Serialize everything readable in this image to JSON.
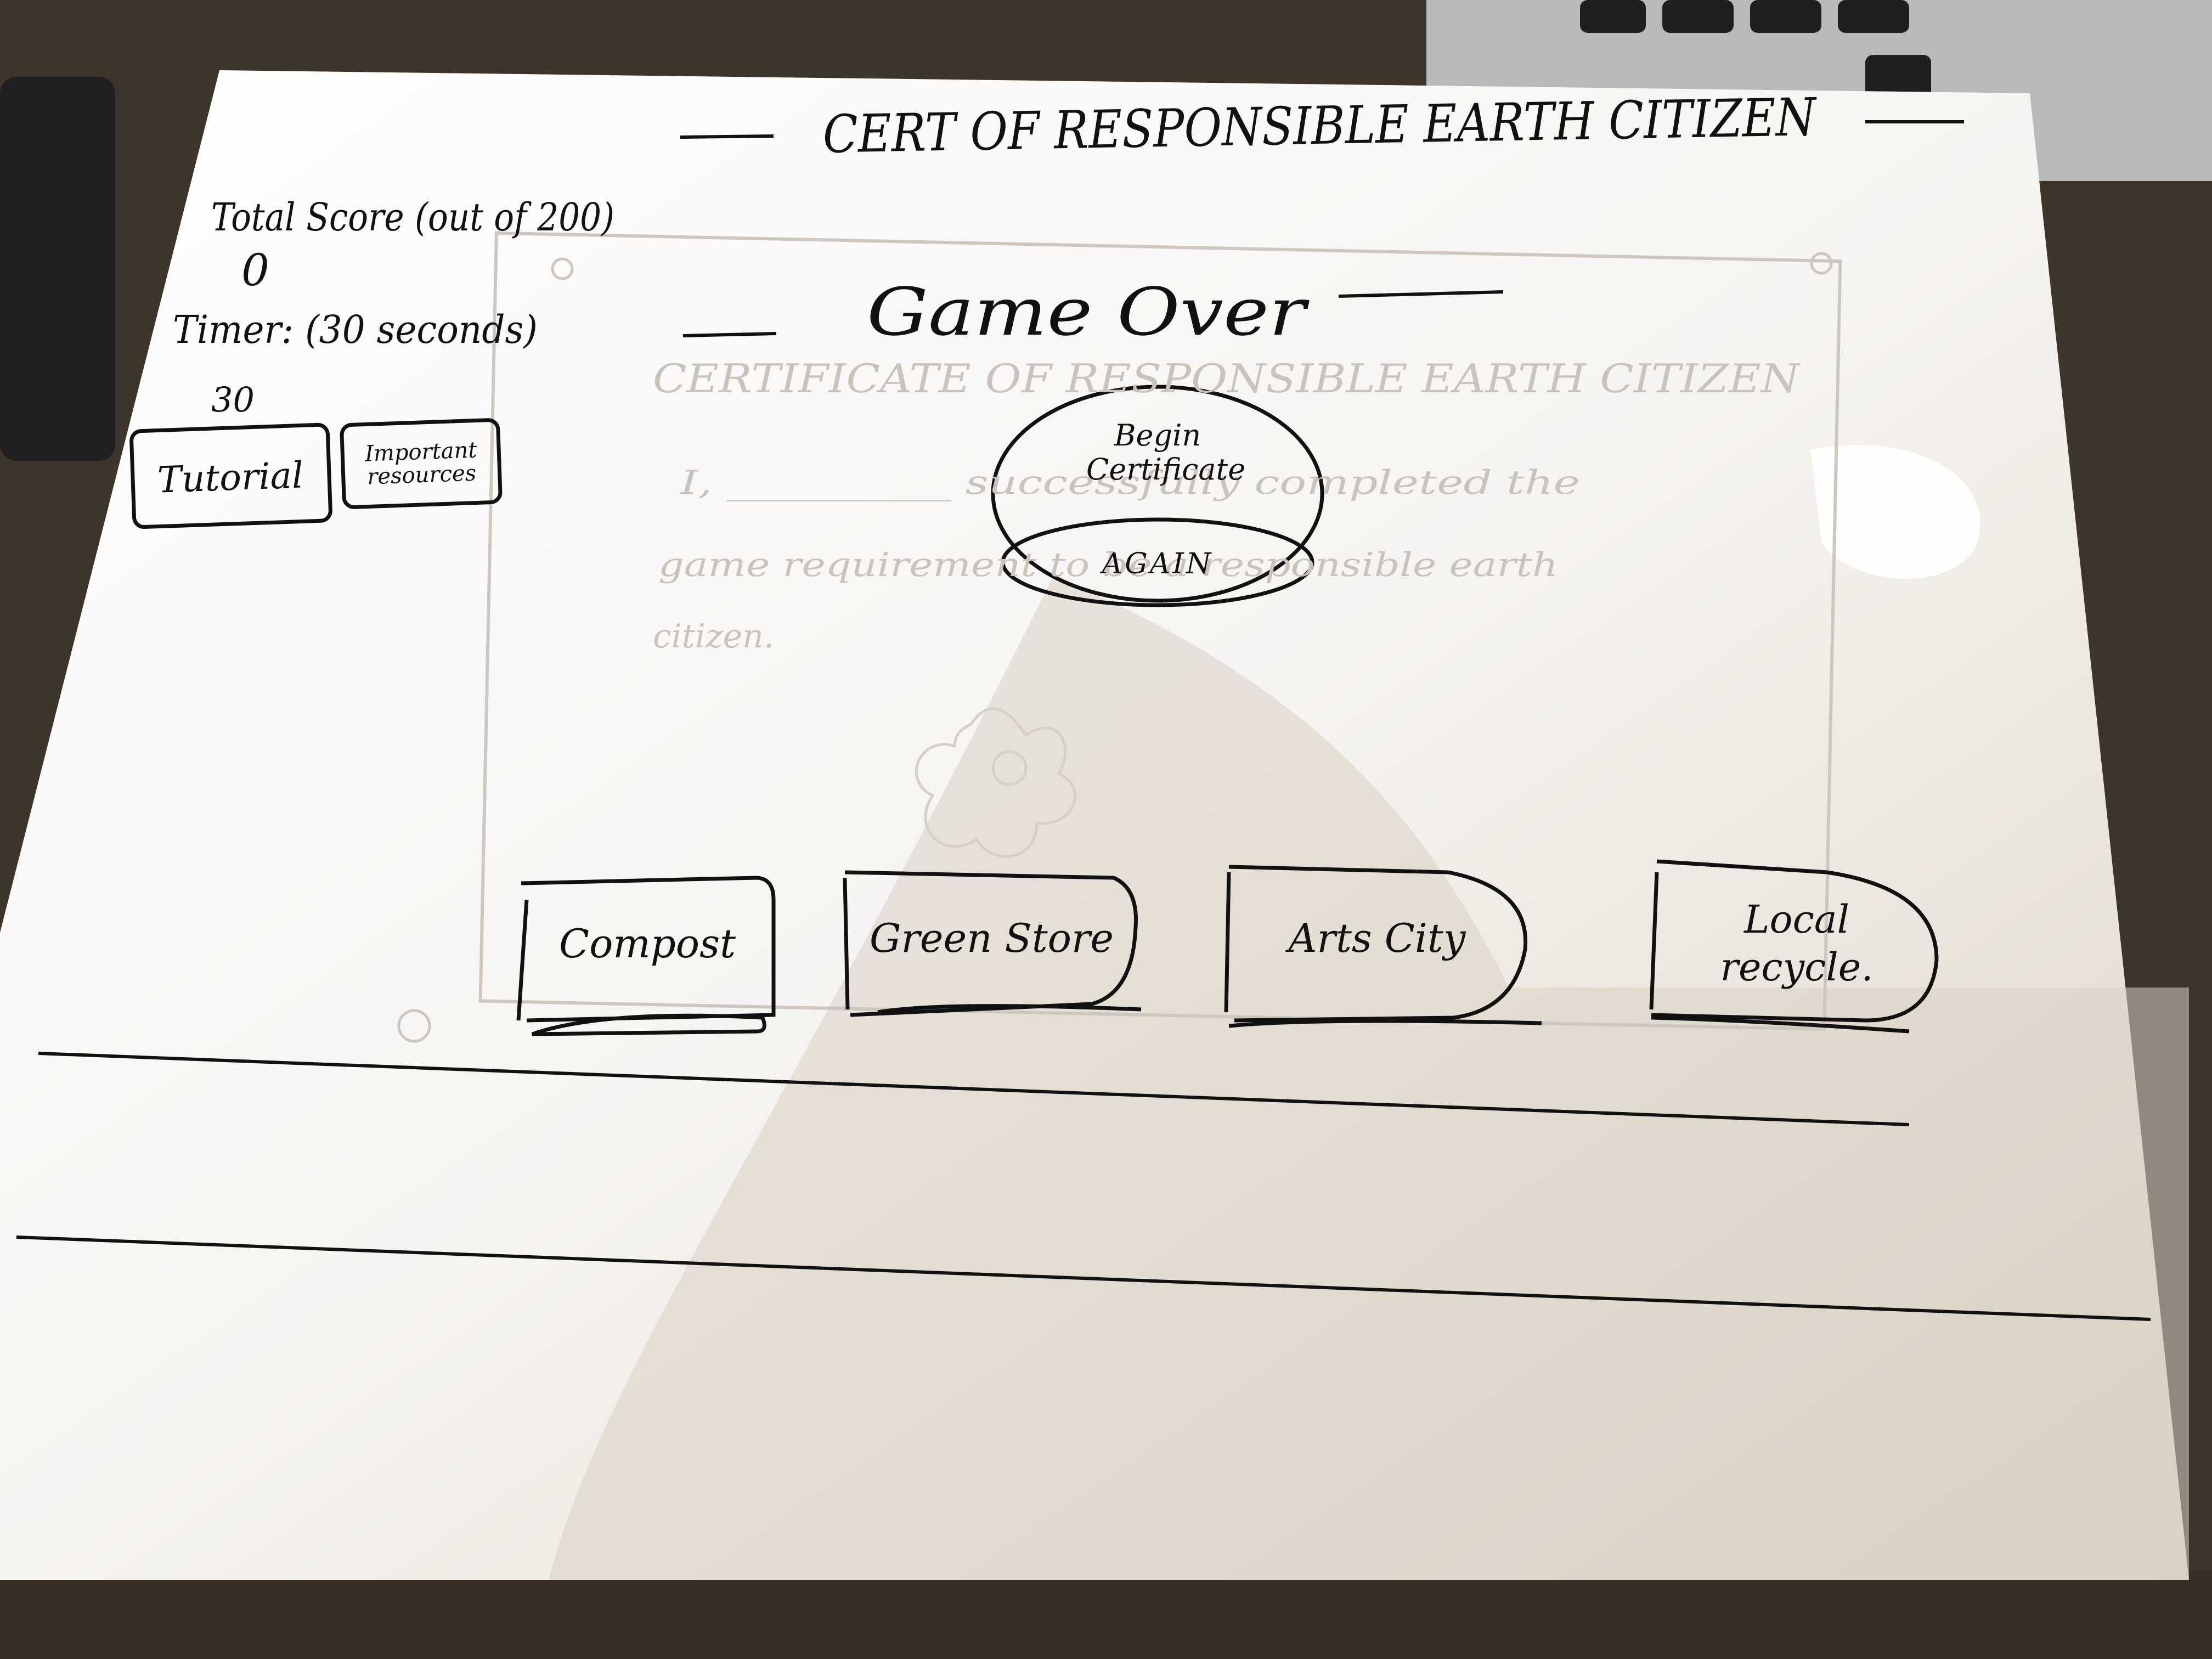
{
  "header": {
    "title": "CERT OF RESPONSIBLE EARTH CITIZEN"
  },
  "sidebar": {
    "score_label": "Total Score (out of 200)",
    "score_value": "0",
    "timer_label": "Timer: (30 seconds)",
    "timer_value": "30",
    "buttons": [
      {
        "label": "Tutorial"
      },
      {
        "label": "Important resources"
      }
    ]
  },
  "game_over": {
    "title": "Game Over",
    "begin_label": "Begin Certificate",
    "again_label": "AGAIN"
  },
  "background_certificate": {
    "title": "CERTIFICATE OF RESPONSIBLE EARTH CITIZEN",
    "body_line1": "I, __________ successfully completed the",
    "body_line2": "game requirement to be a responsible earth",
    "body_line3": "citizen."
  },
  "bins": [
    {
      "label": "Compost"
    },
    {
      "label": "Green Store"
    },
    {
      "label": "Arts City"
    },
    {
      "label": "Local recycle."
    }
  ],
  "colors": {
    "ink": "#111111",
    "paper": "#fbfaf8",
    "pencil": "#c9c3bb",
    "shadow": "#d8d1c4"
  }
}
